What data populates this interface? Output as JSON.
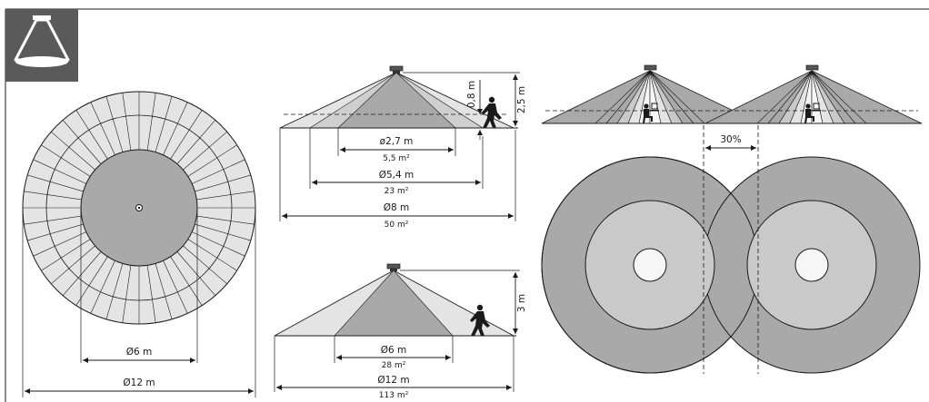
{
  "sensor_icon": "ceiling-sensor-icon",
  "top_view_left": {
    "inner_diameter": "Ø6 m",
    "outer_diameter": "Ø12 m"
  },
  "side_view_2_5m": {
    "height_total": "2,5 m",
    "height_person": "0,8 m",
    "inner_diameter": "ø2,7 m",
    "inner_area": "5,5 m²",
    "middle_diameter": "Ø5,4 m",
    "middle_area": "23 m²",
    "outer_diameter": "Ø8 m",
    "outer_area": "50 m²"
  },
  "side_view_3m": {
    "height_total": "3 m",
    "inner_diameter": "Ø6 m",
    "inner_area": "28 m²",
    "outer_diameter": "Ø12 m",
    "outer_area": "113 m²"
  },
  "overlap": {
    "percent": "30%"
  },
  "colors": {
    "dark_zone": "#a9a9a9",
    "mid_zone": "#c9c9c9",
    "light_zone": "#e4e4e4",
    "white_zone": "#f6f6f6",
    "stroke": "#1a1a1a",
    "icon_bg": "#5a5a5a"
  }
}
